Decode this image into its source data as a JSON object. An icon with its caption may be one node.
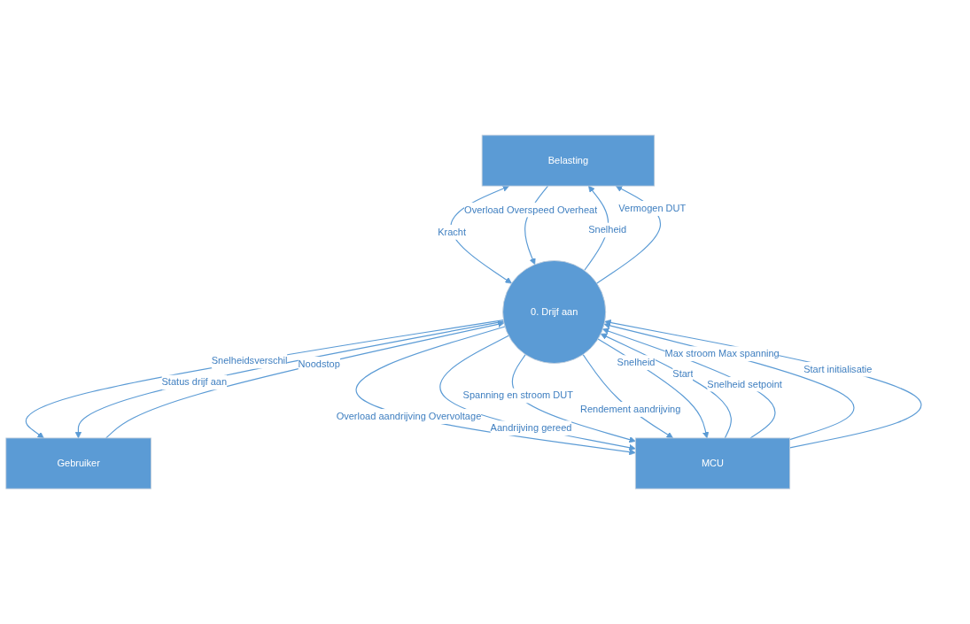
{
  "diagram": {
    "nodes": [
      {
        "text": [
          "Belasting"
        ]
      },
      {
        "text": [
          "0. Drijf aan"
        ]
      },
      {
        "text": [
          "Gebruiker"
        ]
      },
      {
        "text": [
          "MCU"
        ]
      }
    ],
    "edges": [
      {
        "from": 0,
        "to": 1,
        "arrow": "both",
        "label": "Kracht"
      },
      {
        "from": 1,
        "to": 0,
        "arrow": "to",
        "label": "Snelheid"
      },
      {
        "from": 1,
        "to": 0,
        "arrow": "to",
        "label": "Vermogen DUT"
      },
      {
        "from": 0,
        "to": 1,
        "arrow": "to",
        "label": "Overload Overspeed Overheat"
      },
      {
        "from": 1,
        "to": 2,
        "arrow": "to",
        "label": "Snelheidsverschil"
      },
      {
        "from": 2,
        "to": 1,
        "arrow": "to",
        "label": "Noodstop"
      },
      {
        "from": 1,
        "to": 2,
        "arrow": "to",
        "label": "Status drijf aan"
      },
      {
        "from": 1,
        "to": 3,
        "arrow": "to",
        "label": "Overload aandrijving Overvoltage"
      },
      {
        "from": 1,
        "to": 3,
        "arrow": "to",
        "label": "Aandrijving gereed"
      },
      {
        "from": 1,
        "to": 3,
        "arrow": "to",
        "label": "Spanning en stroom DUT"
      },
      {
        "from": 3,
        "to": 1,
        "arrow": "to",
        "label": "Start"
      },
      {
        "from": 1,
        "to": 3,
        "arrow": "to",
        "label": "Rendement aandrijving"
      },
      {
        "from": 3,
        "to": 1,
        "arrow": "to",
        "label": "Snelheid setpoint"
      },
      {
        "from": 3,
        "to": 1,
        "arrow": "to",
        "label": "Max stroom Max spanning"
      },
      {
        "from": 3,
        "to": 1,
        "arrow": "to",
        "label": "Start initialisatie"
      },
      {
        "from": 1,
        "to": 3,
        "arrow": "to",
        "label": "Snelheid"
      }
    ]
  }
}
